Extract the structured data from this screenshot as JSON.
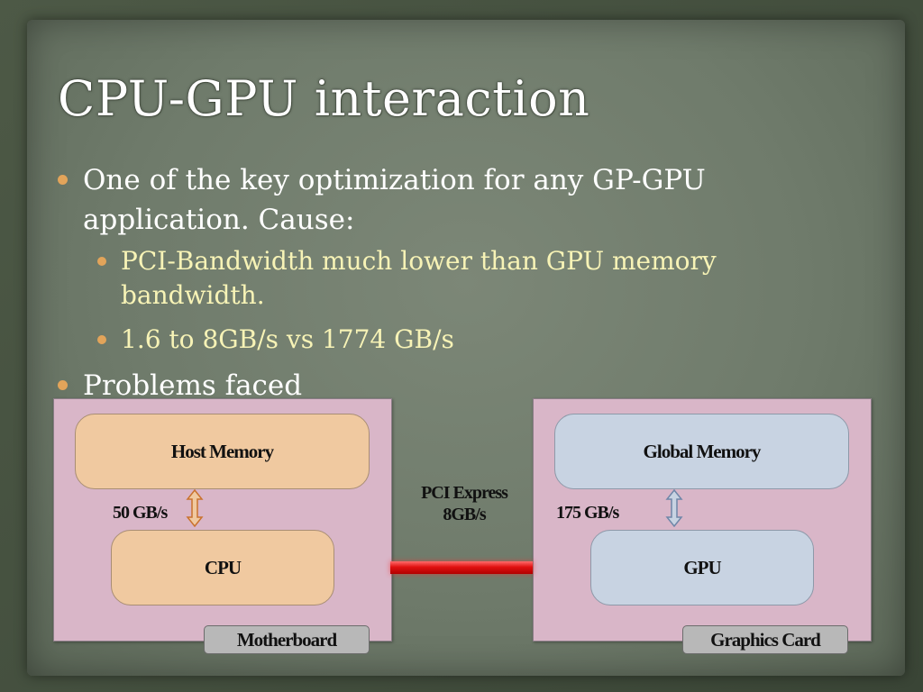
{
  "slide": {
    "title": "CPU-GPU interaction",
    "bullets": [
      {
        "text": "One of the key optimization for any GP-GPU application. Cause:",
        "sub": [
          "PCI-Bandwidth much lower than GPU memory bandwidth.",
          "1.6 to 8GB/s vs 1774 GB/s"
        ]
      },
      {
        "text": "Problems faced"
      }
    ]
  },
  "diagram": {
    "motherboard": {
      "label": "Motherboard",
      "memory_label": "Host Memory",
      "processor_label": "CPU",
      "bandwidth": "50 GB/s",
      "color": "#f0c9a0"
    },
    "graphics_card": {
      "label": "Graphics Card",
      "memory_label": "Global Memory",
      "processor_label": "GPU",
      "bandwidth": "175 GB/s",
      "color": "#c8d3e2"
    },
    "link": {
      "line1": "PCI Express",
      "line2": "8GB/s",
      "color": "#e01010"
    }
  },
  "colors": {
    "bullet": "#e2a45a",
    "sub_text": "#f7f3b6",
    "board": "#d9b6c8"
  }
}
